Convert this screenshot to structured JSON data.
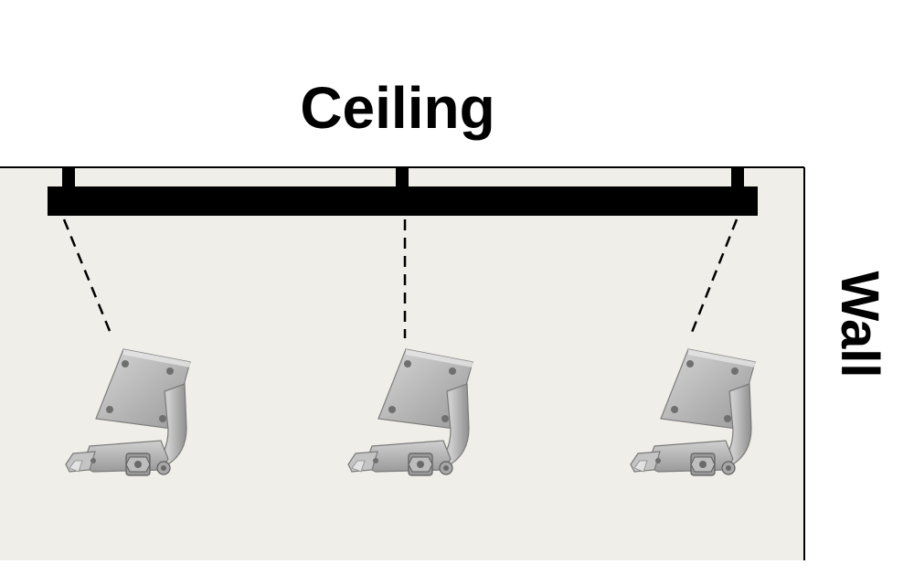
{
  "labels": {
    "ceiling": "Ceiling",
    "wall": "Wall"
  },
  "colors": {
    "wall_fill": "#efeee8",
    "outline": "#000000",
    "rail": "#000000",
    "bracket_light": "#c9c9c9",
    "bracket_mid": "#a9a9a9",
    "bracket_dark": "#8a8a8a"
  },
  "components": {
    "rail": "curtain-rail",
    "brackets": [
      {
        "id": "bracket-left",
        "icon": "ceiling-bracket-icon"
      },
      {
        "id": "bracket-center",
        "icon": "ceiling-bracket-icon"
      },
      {
        "id": "bracket-right",
        "icon": "ceiling-bracket-icon"
      }
    ],
    "leader_line_style": "dashed"
  }
}
